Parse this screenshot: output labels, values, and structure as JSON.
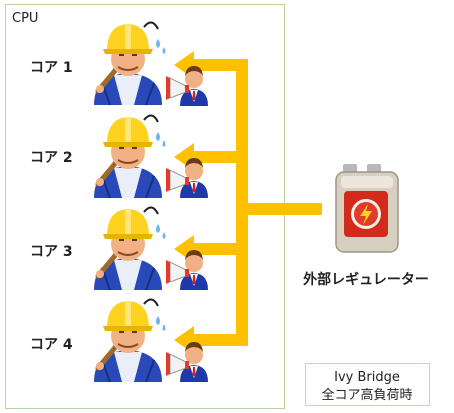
{
  "cpu_label": "CPU",
  "cores": [
    {
      "label": "コア 1"
    },
    {
      "label": "コア 2"
    },
    {
      "label": "コア 3"
    },
    {
      "label": "コア 4"
    }
  ],
  "regulator_label": "外部レギュレーター",
  "note": {
    "line1": "Ivy Bridge",
    "line2": "全コア高負荷時"
  },
  "colors": {
    "cpu_border": "#b5d59a",
    "arrow": "#ffc000",
    "note_border": "#ffd24d",
    "battery_body": "#d7d0c0",
    "battery_label": "#d22a1b",
    "helmet": "#ffd21f",
    "worker_shirt": "#2a49b8",
    "worker_skin": "#f2b184",
    "manager_suit": "#1f3aa8",
    "megaphone": "#e23b2b"
  }
}
